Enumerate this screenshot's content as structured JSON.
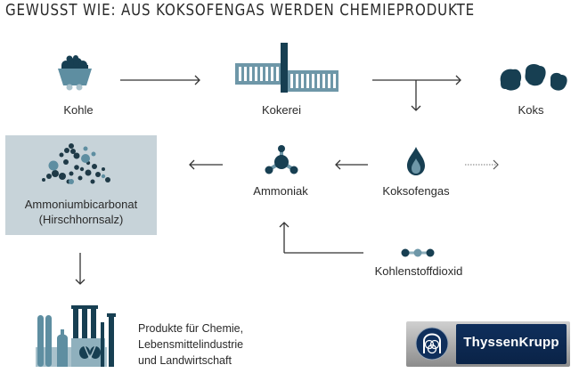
{
  "title": "GEWUSST WIE: AUS KOKSOFENGAS WERDEN CHEMIEPRODUKTE",
  "nodes": {
    "kohle": "Kohle",
    "kokerei": "Kokerei",
    "koks": "Koks",
    "koksofengas": "Koksofengas",
    "ammoniak": "Ammoniak",
    "ammoniumbicarbonat_line1": "Ammoniumbicarbonat",
    "ammoniumbicarbonat_line2": "(Hirschhornsalz)",
    "kohlenstoffdioxid": "Kohlenstoffdioxid",
    "produkte_line1": "Produkte für Chemie,",
    "produkte_line2": "Lebensmittelindustrie",
    "produkte_line3": "und Landwirtschaft"
  },
  "icons": {
    "kohle": "coal-cart-icon",
    "kokerei": "coking-plant-icon",
    "koks": "coke-lumps-icon",
    "koksofengas": "gas-drop-icon",
    "ammoniak": "ammonia-molecule-icon",
    "ammoniumbicarbonat": "salt-crystals-icon",
    "kohlenstoffdioxid": "co2-molecule-icon",
    "produkte": "chemical-factory-icon"
  },
  "logo": {
    "name": "ThyssenKrupp"
  },
  "colors": {
    "dark": "#173f52",
    "mid": "#5e8ea1",
    "light": "#8fb0bd",
    "box": "#c7d3d9",
    "arrow": "#333333"
  }
}
